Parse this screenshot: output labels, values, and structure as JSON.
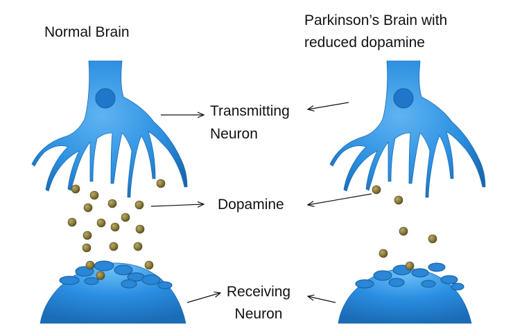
{
  "panels": {
    "normal": {
      "title": "Normal Brain"
    },
    "parkinsons": {
      "title_line1": "Parkinson’s Brain with",
      "title_line2": "reduced dopamine"
    }
  },
  "labels": {
    "transmitting_line1": "Transmitting",
    "transmitting_line2": "Neuron",
    "dopamine": "Dopamine",
    "receiving_line1": "Receiving",
    "receiving_line2": "Neuron"
  },
  "colors": {
    "neuron_blue": "#2b8fe0",
    "neuron_dark": "#1f6fb8",
    "dopamine_particle": "#8a7a3a"
  }
}
